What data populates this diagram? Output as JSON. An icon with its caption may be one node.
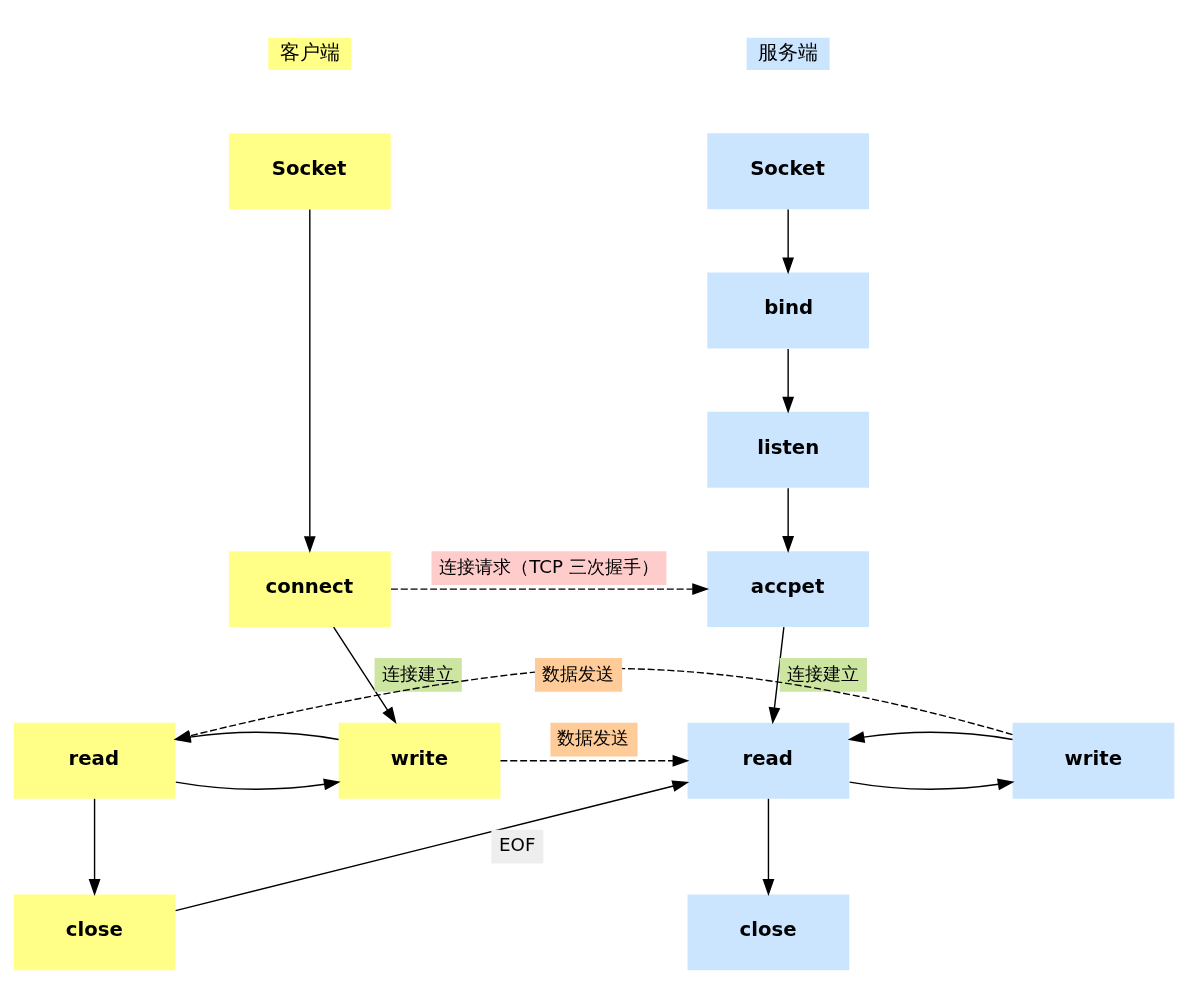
{
  "diagram": {
    "nodes": [
      {
        "text": [
          "Socket"
        ]
      },
      {
        "text": [
          "connect"
        ]
      },
      {
        "text": [
          "read"
        ]
      },
      {
        "text": [
          "write"
        ]
      },
      {
        "text": [
          "close"
        ]
      },
      {
        "text": [
          "Socket"
        ]
      },
      {
        "text": [
          "bind"
        ]
      },
      {
        "text": [
          "listen"
        ]
      },
      {
        "text": [
          "accpet"
        ]
      },
      {
        "text": [
          "read"
        ]
      },
      {
        "text": [
          "write"
        ]
      },
      {
        "text": [
          "close"
        ]
      }
    ],
    "edges": [
      {
        "from": 0,
        "to": 1,
        "arrow": "to"
      },
      {
        "from": 5,
        "to": 6,
        "arrow": "to"
      },
      {
        "from": 6,
        "to": 7,
        "arrow": "to"
      },
      {
        "from": 7,
        "to": 8,
        "arrow": "to"
      },
      {
        "from": 1,
        "to": 8,
        "arrow": "to",
        "style": "dashed",
        "label": "连接请求（TCP 三次握手）"
      },
      {
        "from": 1,
        "to": 3,
        "arrow": "to",
        "label": "连接建立"
      },
      {
        "from": 8,
        "to": 9,
        "arrow": "to",
        "label": "连接建立"
      },
      {
        "from": 2,
        "to": 3,
        "arrow": "to"
      },
      {
        "from": 3,
        "to": 2,
        "arrow": "to"
      },
      {
        "from": 3,
        "to": 9,
        "arrow": "to",
        "style": "dashed",
        "label": "数据发送"
      },
      {
        "from": 9,
        "to": 10,
        "arrow": "to"
      },
      {
        "from": 10,
        "to": 9,
        "arrow": "to"
      },
      {
        "from": 2,
        "to": 4,
        "arrow": "to"
      },
      {
        "from": 4,
        "to": 9,
        "arrow": "to",
        "label": "EOF"
      },
      {
        "from": 9,
        "to": 11,
        "arrow": "to"
      },
      {
        "from": 10,
        "to": 2,
        "arrow": "to",
        "style": "dashed",
        "label": "数据发送"
      }
    ],
    "labels": [
      "客户端",
      "服务端"
    ]
  }
}
